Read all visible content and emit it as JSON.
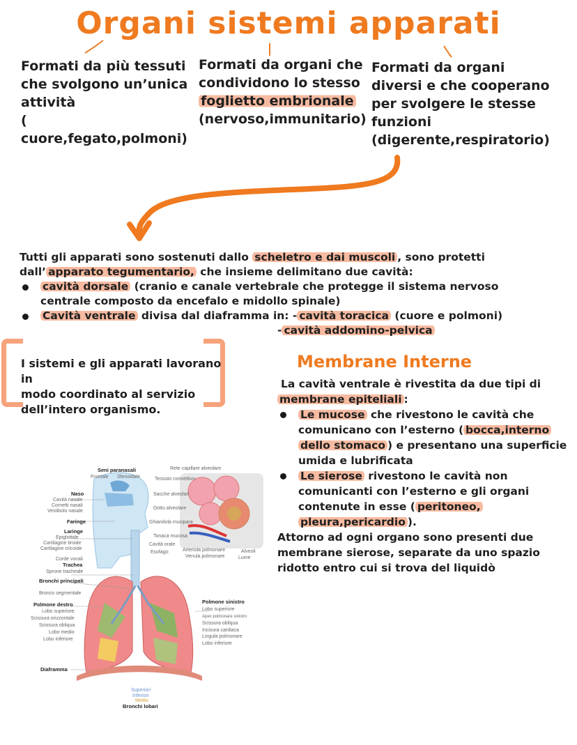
{
  "title": "Organi sistemi apparati",
  "columns": [
    {
      "lines": [
        "Formati da più tessuti",
        "che svolgono un’unica",
        "attività",
        "( cuore,fegato,polmoni)"
      ]
    },
    {
      "line1": "Formati da organi che",
      "line2": "condividono lo stesso",
      "highlight": "foglietto embrionale",
      "line4": "(nervoso,immunitario)"
    },
    {
      "lines": [
        "Formati da organi",
        "diversi e che cooperano",
        "per svolgere le stesse",
        "funzioni",
        "(digerente,respiratorio)"
      ]
    }
  ],
  "support": {
    "p1_a": "Tutti gli apparati sono sostenuti dallo ",
    "p1_hl": "scheletro e dai muscoli",
    "p1_b": ", sono protetti",
    "p2_a": "dall’",
    "p2_hl": "apparato tegumentario,",
    "p2_b": " che insieme delimitano due cavità:",
    "b1_hl": "cavità dorsale",
    "b1_a": " (cranio e canale vertebrale che protegge il sistema nervoso",
    "b1_b": "centrale composto da encefalo e midollo spinale)",
    "b2_hl": "Cavità ventrale",
    "b2_a": " divisa dal diaframma in: -",
    "b2_hl2": "cavità toracica",
    "b2_b": " (cuore e polmoni)",
    "b2_c": "-",
    "b2_hl3": "cavità addomino-pelvica"
  },
  "box_note": [
    "I sistemi e gli apparati lavorano in",
    "modo coordinato al servizio",
    "dell’intero organismo."
  ],
  "membrane": {
    "heading": "Membrane Interne",
    "intro1": "La cavità ventrale è rivestita da due tipi di",
    "intro_hl": "membrane epiteliali",
    "intro2": ":",
    "m1_hl": "Le mucose",
    "m1_a": " che rivestono le cavità che",
    "m1_b": "comunicano con l’esterno (",
    "m1_hl2": "bocca,interno",
    "m1_hl3": "dello stomaco",
    "m1_c": ") e presentano una superficie",
    "m1_d": "umida e lubrificata",
    "m2_hl": "Le sierose",
    "m2_a": " rivestono le cavità non",
    "m2_b": "comunicanti con l’esterno e gli organi",
    "m2_c": "contenute in esse (",
    "m2_hl2": "peritoneo,",
    "m2_hl3": "pleura,pericardio",
    "m2_d": ").",
    "outro": [
      "Attorno ad ogni organo sono presenti due",
      "membrane sierose, separate da uno spazio",
      "ridotto entro cui si trova del liquidò"
    ]
  },
  "diagram": {
    "labels_left": {
      "seni": "Seni paranasali",
      "frontale": "Frontale",
      "sfenoidale": "Sfenoidale",
      "naso": "Naso",
      "naso1": "Cavità nasale",
      "naso2": "Cornetti nasali",
      "naso3": "Vestibolo nasale",
      "faringe": "Faringe",
      "laringe": "Laringe",
      "lar1": "Epiglottide",
      "lar2": "Cartilagine tiroide",
      "lar3": "Cartilagine cricoide",
      "corde": "Corde vocali",
      "trachea": "Trachea",
      "sprone": "Sprone tracheale",
      "bronchi": "Bronchi principali",
      "bronco_seg": "Bronco segmentale",
      "pdestro": "Polmone destro",
      "pd1": "Lobo superiore",
      "pd2": "Scissura orizzontale",
      "pd3": "Scissura obliqua",
      "pd4": "Lobo medio",
      "pd5": "Lobo inferiore",
      "diaframma": "Diaframma"
    },
    "labels_mid": {
      "rete": "Rete capillare alveolare",
      "tessuto": "Tessuto connettivo",
      "sacche": "Sacche alveolari",
      "dotto": "Dotto alveolare",
      "ghiandola": "Ghiandola mucipara",
      "tonaca": "Tonaca mucosa",
      "cavita_orale": "Cavità orale",
      "esofago": "Esofago",
      "arteriola": "Arteriola polmonare",
      "venula": "Venula polmonare",
      "alveoli": "Alveoli",
      "lume": "Lume"
    },
    "labels_right": {
      "psinistro": "Polmone sinistro",
      "ps1": "Lobo superiore",
      "ps2": "Apex polmonare sinistro",
      "ps3": "Scissura obliqua",
      "ps4": "Incisura cardiaca",
      "ps5": "Lingula polmonare",
      "ps6": "Lobo inferiore"
    },
    "labels_bottom": {
      "sup": "Superiori",
      "inf": "Inferiori",
      "medio": "Medio",
      "lobari": "Bronchi lobari"
    }
  },
  "colors": {
    "accent": "#ef7a1f",
    "highlight": "#f4a380",
    "bracket": "#f6a37b"
  }
}
